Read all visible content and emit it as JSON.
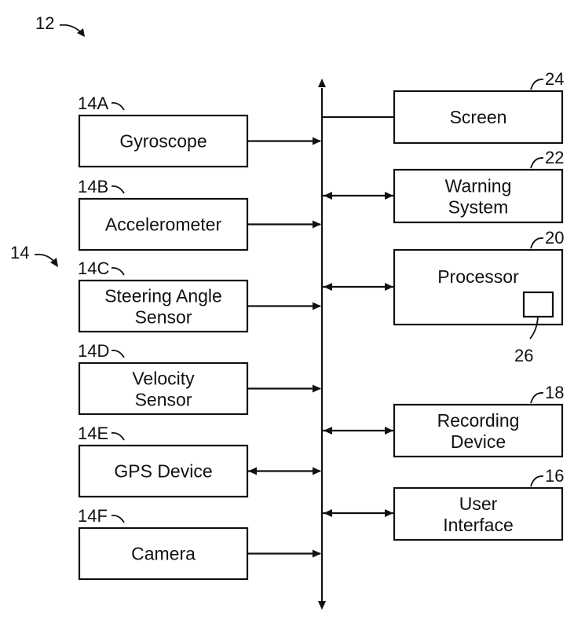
{
  "figure_ref": "12",
  "sensor_group_ref": "14",
  "bus": {
    "direction": "both"
  },
  "left_blocks": [
    {
      "ref": "14A",
      "lines": [
        "Gyroscope"
      ],
      "connection": "to-bus"
    },
    {
      "ref": "14B",
      "lines": [
        "Accelerometer"
      ],
      "connection": "to-bus"
    },
    {
      "ref": "14C",
      "lines": [
        "Steering Angle",
        "Sensor"
      ],
      "connection": "to-bus"
    },
    {
      "ref": "14D",
      "lines": [
        "Velocity",
        "Sensor"
      ],
      "connection": "to-bus"
    },
    {
      "ref": "14E",
      "lines": [
        "GPS Device"
      ],
      "connection": "bidirectional"
    },
    {
      "ref": "14F",
      "lines": [
        "Camera"
      ],
      "connection": "to-bus"
    }
  ],
  "right_blocks": [
    {
      "ref": "24",
      "lines": [
        "Screen"
      ],
      "connection": "plain"
    },
    {
      "ref": "22",
      "lines": [
        "Warning",
        "System"
      ],
      "connection": "bidirectional"
    },
    {
      "ref": "20",
      "lines": [
        "Processor"
      ],
      "connection": "bidirectional",
      "sub_ref": "26"
    },
    {
      "ref": "18",
      "lines": [
        "Recording",
        "Device"
      ],
      "connection": "bidirectional"
    },
    {
      "ref": "16",
      "lines": [
        "User",
        "Interface"
      ],
      "connection": "bidirectional"
    }
  ]
}
